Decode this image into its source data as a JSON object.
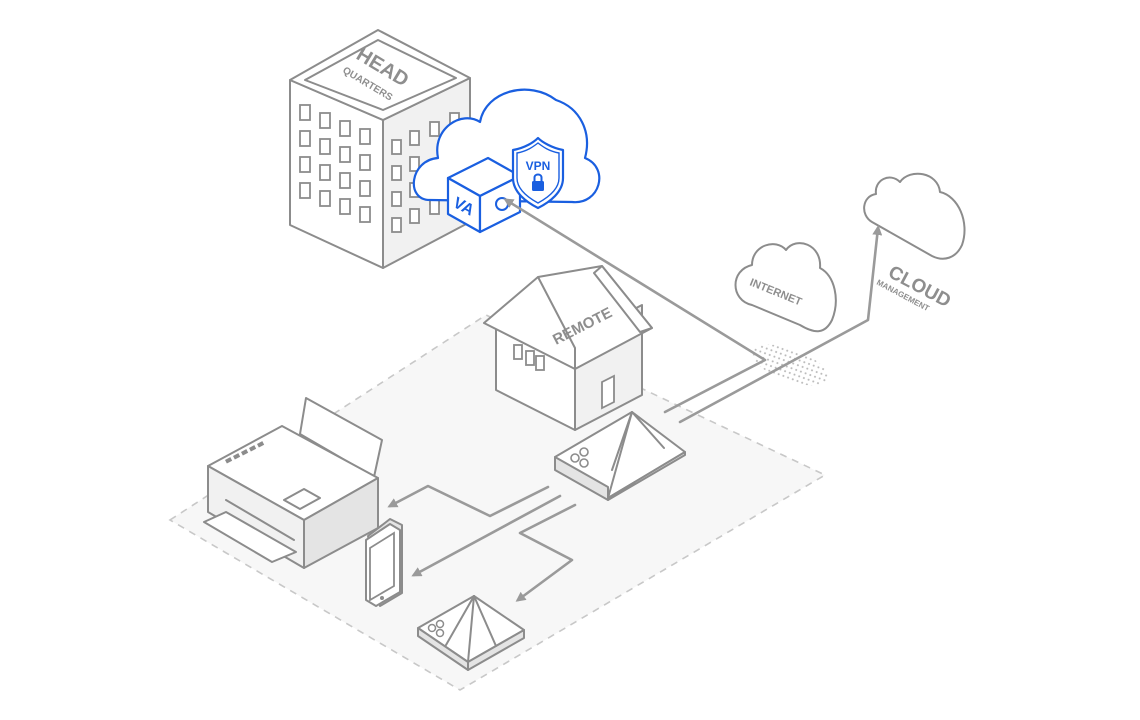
{
  "labels": {
    "headquarters_line1": "HEAD",
    "headquarters_line2": "QUARTERS",
    "vpn": "VPN",
    "va": "VA",
    "internet": "INTERNET",
    "cloud_line1": "CLOUD",
    "cloud_line2": "MANAGEMENT",
    "remote": "REMOTE"
  },
  "colors": {
    "line_gray": "#8c8c8c",
    "accent_blue": "#1a5fe0",
    "zone_fill": "#f7f7f7",
    "zone_border": "#c8c8c8"
  },
  "icons": [
    "building-icon",
    "cloud-icon",
    "cube-icon",
    "shield-icon",
    "lock-icon",
    "house-icon",
    "router-icon",
    "printer-icon",
    "phone-icon",
    "access-point-icon"
  ]
}
